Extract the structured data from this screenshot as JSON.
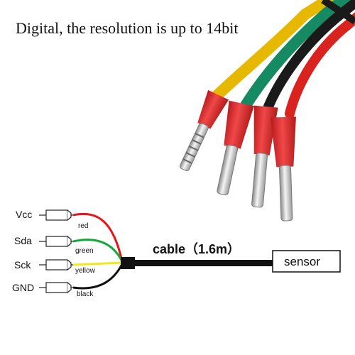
{
  "headline": "Digital,  the resolution is up to 14bit",
  "pins": [
    {
      "name": "Vcc",
      "wire_color": "red",
      "hex": "#e8141a"
    },
    {
      "name": "Sda",
      "wire_color": "green",
      "hex": "#12a838"
    },
    {
      "name": "Sck",
      "wire_color": "yellow",
      "hex": "#f2ea18"
    },
    {
      "name": "GND",
      "wire_color": "black",
      "hex": "#111111"
    }
  ],
  "cable_label": "cable（1.6m）",
  "sensor_label": "sensor",
  "photo_wire_colors": [
    "#e6b800",
    "#168a62",
    "#1a1a1a",
    "#d8231f"
  ],
  "ferrule_color": "#d42a2a"
}
